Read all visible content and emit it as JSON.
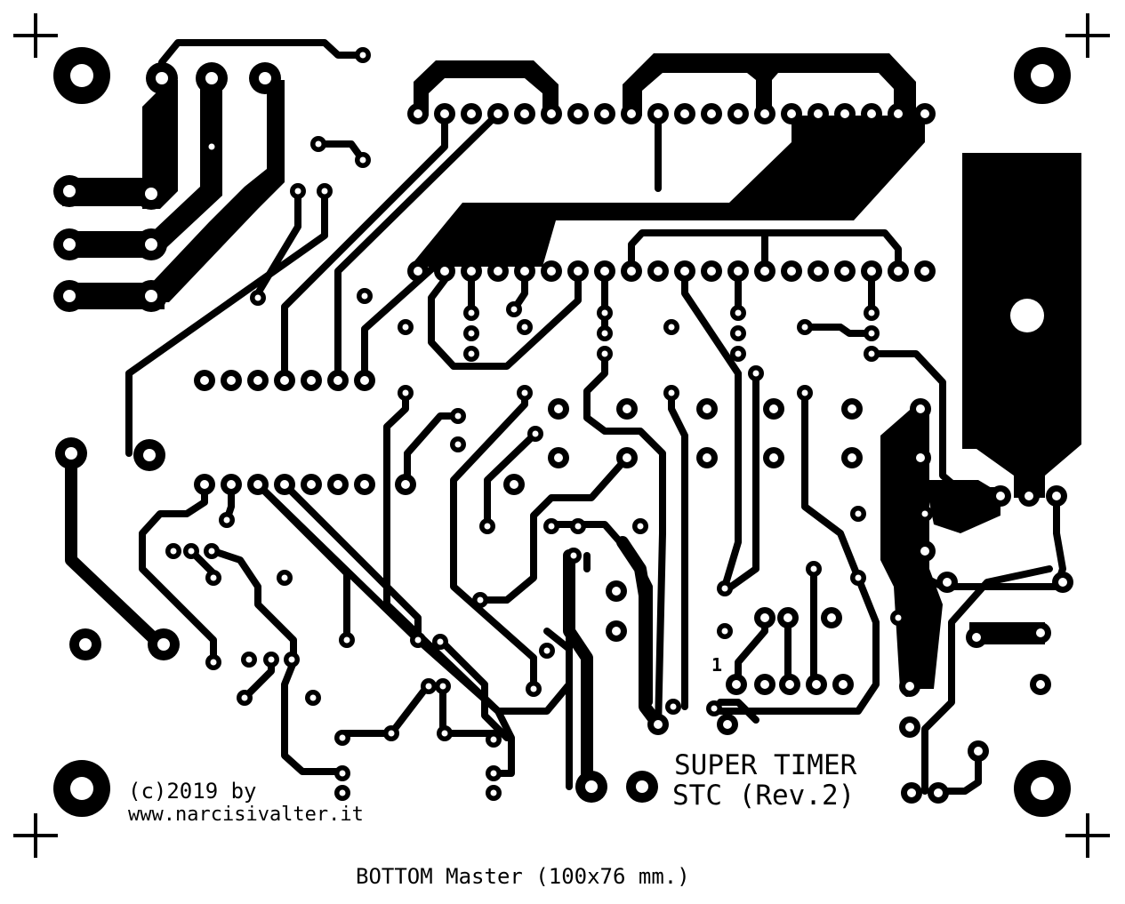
{
  "board": {
    "title_line1": "SUPER TIMER",
    "title_line2": "STC (Rev.2)",
    "copyright_line1": "(c)2019 by",
    "copyright_line2": "www.narcisivalter.it",
    "pin1_marker": "1",
    "caption": "BOTTOM Master (100x76 mm.)"
  },
  "colors": {
    "copper": "#000000",
    "substrate": "#ffffff"
  },
  "icons": [
    "registration-mark-icon",
    "mounting-hole-icon"
  ]
}
